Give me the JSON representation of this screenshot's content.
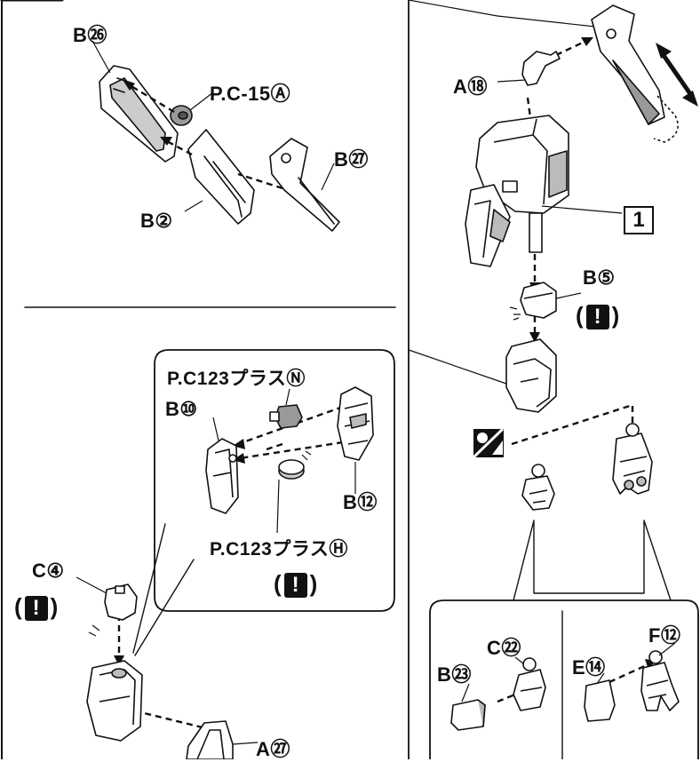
{
  "labels": {
    "b26": "B㉖",
    "pc15a": "P.C-15Ⓐ",
    "b27": "B㉗",
    "b2": "B②",
    "a18": "A⑱",
    "step_ref": "1",
    "b5": "B⑤",
    "pc123n": "P.C123プラスⓃ",
    "b10": "B⑩",
    "b12": "B⑫",
    "pc123h": "P.C123プラスⒽ",
    "c4": "C④",
    "a27": "A㉗",
    "c22": "C㉒",
    "b23": "B㉓",
    "e14": "E⑭",
    "f12": "F⑫"
  },
  "warning": {
    "open_paren": "(",
    "mark": "!",
    "close_paren": ")"
  },
  "icons": [
    "exclamation-warning-icon",
    "sticker-icon",
    "motion-arrow-icon"
  ]
}
